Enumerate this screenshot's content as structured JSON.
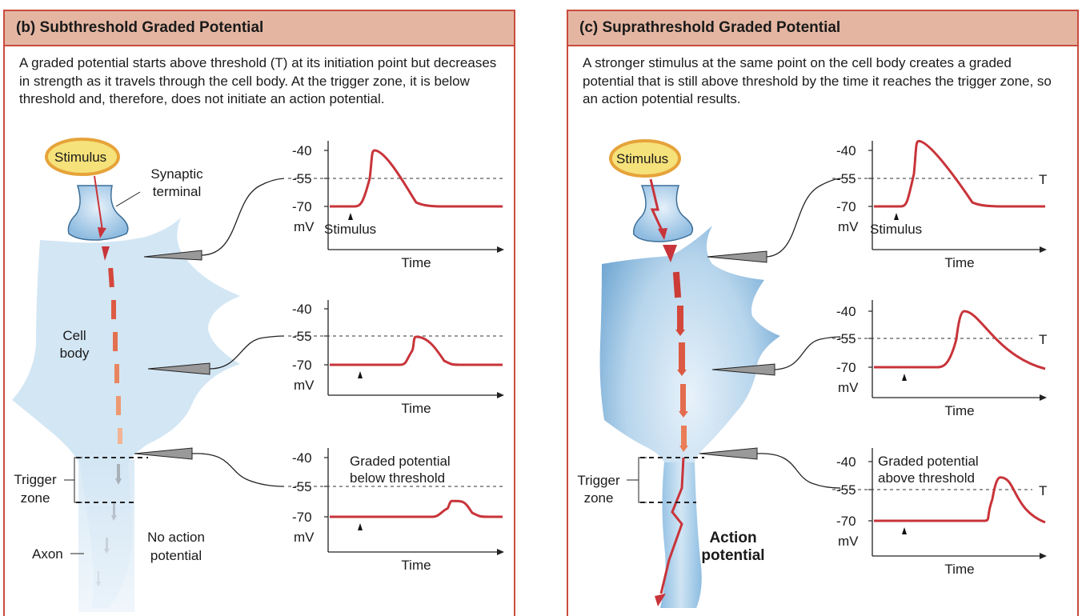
{
  "panel_b": {
    "title": "(b) Subthreshold Graded Potential",
    "description": "A graded potential starts above threshold (T) at its initiation point but decreases in strength as it travels through the cell body. At the trigger zone, it is below threshold and, therefore, does not initiate an action potential.",
    "stimulus": "Stimulus",
    "synaptic_terminal": "Synaptic terminal",
    "cell_body": "Cell body",
    "trigger_zone": "Trigger zone",
    "axon": "Axon",
    "result": "No action potential",
    "graph_note": "Graded potential below threshold"
  },
  "panel_c": {
    "title": "(c) Suprathreshold Graded Potential",
    "description": "A stronger stimulus at the same point on the cell body creates a graded potential that is still above threshold by the time it reaches the trigger zone, so an action potential results.",
    "stimulus": "Stimulus",
    "trigger_zone": "Trigger zone",
    "result": "Action potential",
    "graph_note": "Graded potential above threshold",
    "threshold_marker": "T"
  },
  "axis": {
    "ticks": [
      "-40",
      "-55",
      "-70"
    ],
    "unit": "mV",
    "xlabel": "Time",
    "stimulus_label": "Stimulus"
  },
  "colors": {
    "accent": "#c94b3e",
    "header": "#e4b6a2",
    "trace": "#c8343a",
    "cell_light": "#d3e6f4",
    "cell_dark": "#7fb3d8",
    "stimulus_fill": "#f6e27a",
    "stimulus_ring": "#e6a33a"
  },
  "chart_data": [
    {
      "type": "line",
      "panel": "b",
      "graph": 1,
      "ylabel": "mV",
      "xlabel": "Time",
      "threshold_mV": -55,
      "peak_mV": -40,
      "resting_mV": -70
    },
    {
      "type": "line",
      "panel": "b",
      "graph": 2,
      "ylabel": "mV",
      "xlabel": "Time",
      "threshold_mV": -55,
      "peak_mV": -55,
      "resting_mV": -70
    },
    {
      "type": "line",
      "panel": "b",
      "graph": 3,
      "ylabel": "mV",
      "xlabel": "Time",
      "threshold_mV": -55,
      "peak_mV": -62,
      "resting_mV": -70
    },
    {
      "type": "line",
      "panel": "c",
      "graph": 1,
      "ylabel": "mV",
      "xlabel": "Time",
      "threshold_mV": -55,
      "peak_mV": -35,
      "resting_mV": -70
    },
    {
      "type": "line",
      "panel": "c",
      "graph": 2,
      "ylabel": "mV",
      "xlabel": "Time",
      "threshold_mV": -55,
      "peak_mV": -40,
      "resting_mV": -70
    },
    {
      "type": "line",
      "panel": "c",
      "graph": 3,
      "ylabel": "mV",
      "xlabel": "Time",
      "threshold_mV": -55,
      "peak_mV": -48,
      "resting_mV": -70
    }
  ]
}
